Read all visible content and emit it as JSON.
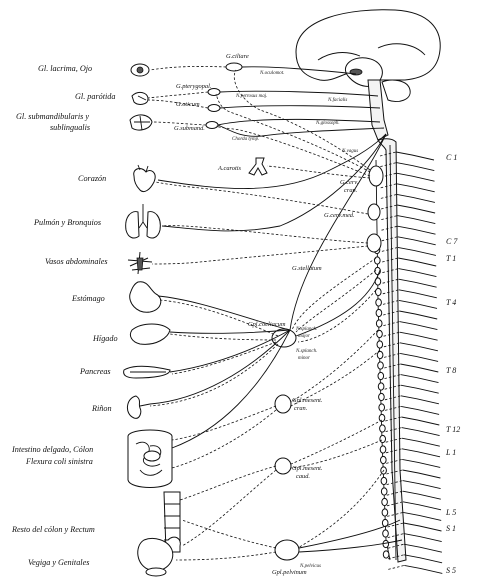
{
  "organ_labels": [
    "Gl. lacrima, Ojo",
    "Gl. parótida",
    "Gl. submandibularis y",
    "sublingualis",
    "Corazón",
    "Pulmón y Bronquios",
    "Vasos abdominales",
    "Estómago",
    "Hígado",
    "Pancreas",
    "Riñon",
    "Intestino delgado, Cólon",
    "Flexura coli sinistra",
    "Resto del cólon y Rectum",
    "Vegiga y Genitales"
  ],
  "ganglion_labels": {
    "ciliare": "G.ciliare",
    "pterygopal": "G.pterygopal.",
    "oticum": "G.oticum",
    "submand": "G.submand.",
    "carotis": "A.carotis",
    "cerv_cran": "G.cerv.",
    "cerv_cran2": "cran.",
    "cerv_med": "G.cerv.med.",
    "stellatum": "G.stellatum",
    "coeliacum": "Gpl.coeliacum",
    "mesent_cran": "Gpl.mesent.",
    "mesent_cran2": "cran.",
    "mesent_caud": "Gpl.mesent.",
    "mesent_caud2": "caud.",
    "pelvinum": "Gpl.pelvinum"
  },
  "nerve_labels": {
    "oculomotor": "N.oculomot.",
    "facialis": "N.facialis",
    "petrosus": "N.petrosus maj.",
    "glosso": "N.glossoph.",
    "vagus": "N.vagus",
    "chorda": "Chorda tymp.",
    "splanch_maj": "N.splanch.",
    "splanch_maj2": "major",
    "splanch_min": "N.splanch.",
    "splanch_min2": "minor",
    "pelvicus": "N.pelvicus"
  },
  "spinal_levels": [
    "C 1",
    "C 7",
    "T 1",
    "T 4",
    "T 8",
    "T 12",
    "L 1",
    "L 5",
    "S 1",
    "S 5"
  ]
}
